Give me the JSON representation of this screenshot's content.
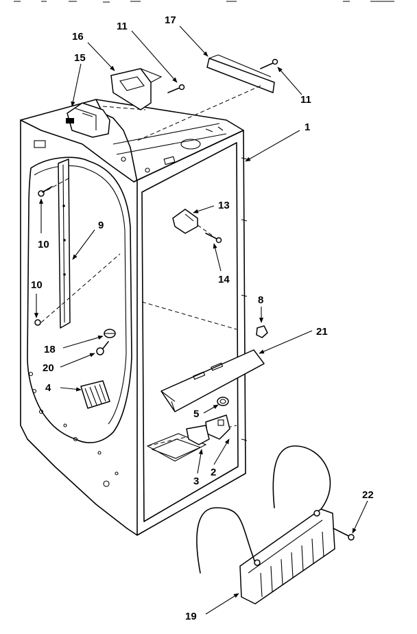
{
  "diagram": {
    "labels": {
      "l1": "1",
      "l2": "2",
      "l3": "3",
      "l4": "4",
      "l5": "5",
      "l8": "8",
      "l9": "9",
      "l10a": "10",
      "l10b": "10",
      "l11a": "11",
      "l11b": "11",
      "l13": "13",
      "l14": "14",
      "l15": "15",
      "l16": "16",
      "l17": "17",
      "l18": "18",
      "l19": "19",
      "l20": "20",
      "l21": "21",
      "l22": "22"
    },
    "top_edge_text": ""
  }
}
